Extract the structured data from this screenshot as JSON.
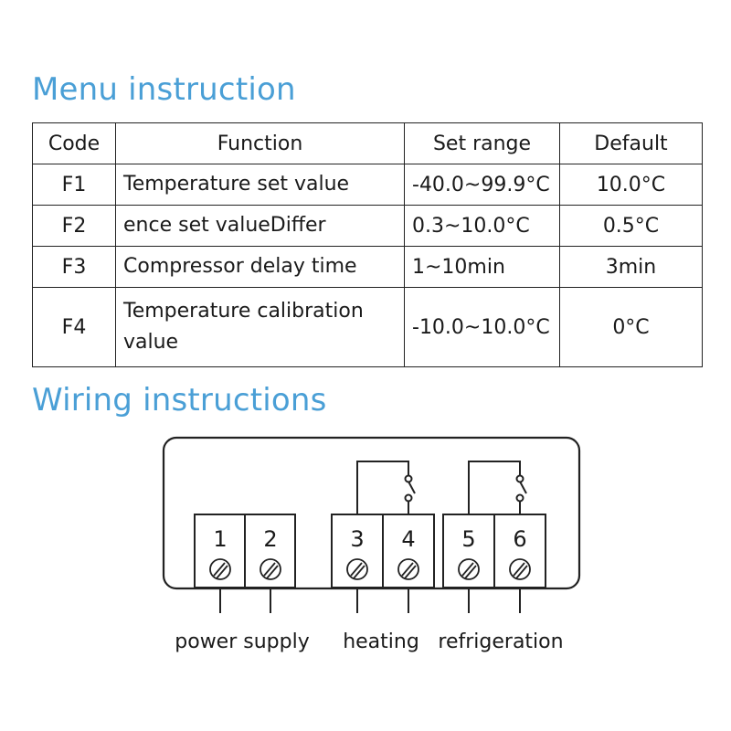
{
  "menu": {
    "title": "Menu instruction",
    "headers": {
      "code": "Code",
      "function": "Function",
      "range": "Set range",
      "default": "Default"
    },
    "rows": [
      {
        "code": "F1",
        "function": "Temperature set value",
        "range": "-40.0~99.9°C",
        "default": "10.0°C"
      },
      {
        "code": "F2",
        "function": "ence set valueDiffer",
        "range": "0.3~10.0°C",
        "default": "0.5°C"
      },
      {
        "code": "F3",
        "function": "Compressor delay time",
        "range": "1~10min",
        "default": "3min"
      },
      {
        "code": "F4",
        "function": "Temperature calibration value",
        "range": "-10.0~10.0°C",
        "default": "0°C"
      }
    ]
  },
  "wiring": {
    "title": "Wiring instructions",
    "terminals": [
      "1",
      "2",
      "3",
      "4",
      "5",
      "6"
    ],
    "labels": {
      "power": "power supply",
      "heating": "heating",
      "refrigeration": "refrigeration"
    },
    "icons": {
      "terminal_screw": "terminal-screw-icon",
      "relay_switch": "relay-switch-icon"
    }
  },
  "colors": {
    "title": "#4a9fd6",
    "line": "#222222"
  }
}
